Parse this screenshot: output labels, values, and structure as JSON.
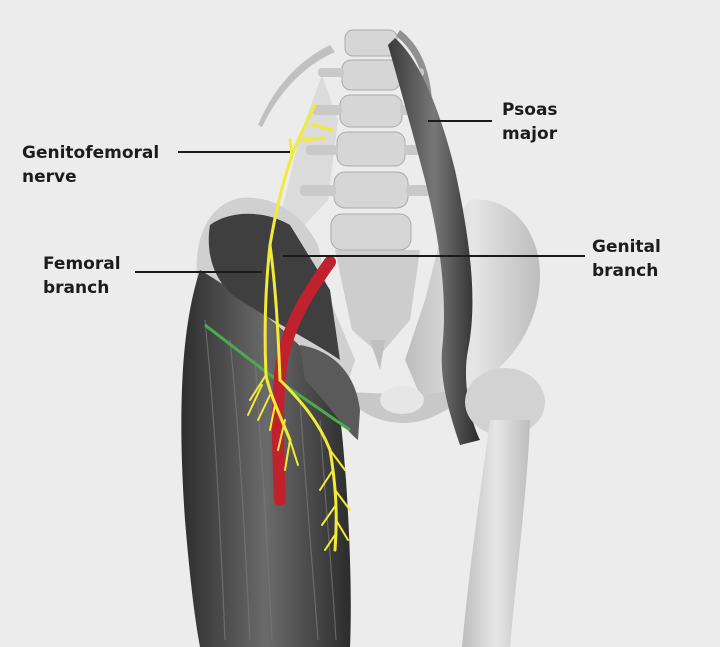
{
  "labels": {
    "psoas_major": [
      "Psoas",
      "major"
    ],
    "genitofemoral_nerve": [
      "Genitofemoral",
      "nerve"
    ],
    "femoral_branch": [
      "Femoral",
      "branch"
    ],
    "genital_branch": [
      "Genital",
      "branch"
    ]
  },
  "colors": {
    "background": "#ececec",
    "nerve": "#f2ea3a",
    "artery": "#c0212c",
    "accent_nerve": "#4caa4a",
    "muscle": "#4a4a4a",
    "bone": "#d8d8d8",
    "leader_line": "#1a1a1a"
  }
}
